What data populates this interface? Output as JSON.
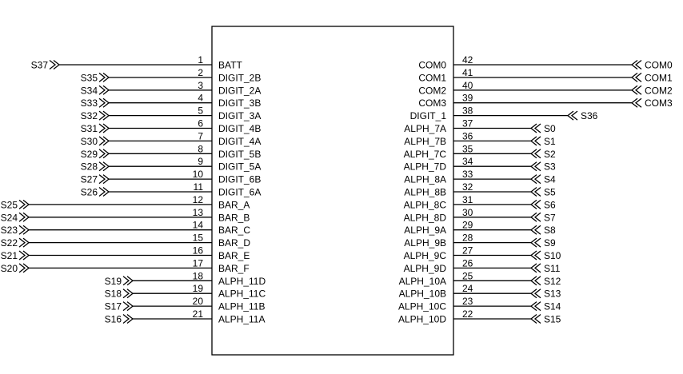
{
  "component": {
    "left_pins": [
      {
        "num": "1",
        "name": "BATT",
        "net": "S37",
        "wire": "long"
      },
      {
        "num": "2",
        "name": "DIGIT_2B",
        "net": "S35",
        "wire": "short"
      },
      {
        "num": "3",
        "name": "DIGIT_2A",
        "net": "S34",
        "wire": "short"
      },
      {
        "num": "4",
        "name": "DIGIT_3B",
        "net": "S33",
        "wire": "short"
      },
      {
        "num": "5",
        "name": "DIGIT_3A",
        "net": "S32",
        "wire": "short"
      },
      {
        "num": "6",
        "name": "DIGIT_4B",
        "net": "S31",
        "wire": "short"
      },
      {
        "num": "7",
        "name": "DIGIT_4A",
        "net": "S30",
        "wire": "short"
      },
      {
        "num": "8",
        "name": "DIGIT_5B",
        "net": "S29",
        "wire": "short"
      },
      {
        "num": "9",
        "name": "DIGIT_5A",
        "net": "S28",
        "wire": "short"
      },
      {
        "num": "10",
        "name": "DIGIT_6B",
        "net": "S27",
        "wire": "short"
      },
      {
        "num": "11",
        "name": "DIGIT_6A",
        "net": "S26",
        "wire": "short"
      },
      {
        "num": "12",
        "name": "BAR_A",
        "net": "S25",
        "wire": "full"
      },
      {
        "num": "13",
        "name": "BAR_B",
        "net": "S24",
        "wire": "full"
      },
      {
        "num": "14",
        "name": "BAR_C",
        "net": "S23",
        "wire": "full"
      },
      {
        "num": "15",
        "name": "BAR_D",
        "net": "S22",
        "wire": "full"
      },
      {
        "num": "16",
        "name": "BAR_E",
        "net": "S21",
        "wire": "full"
      },
      {
        "num": "17",
        "name": "BAR_F",
        "net": "S20",
        "wire": "full"
      },
      {
        "num": "18",
        "name": "ALPH_11D",
        "net": "S19",
        "wire": "shortest"
      },
      {
        "num": "19",
        "name": "ALPH_11C",
        "net": "S18",
        "wire": "shortest"
      },
      {
        "num": "20",
        "name": "ALPH_11B",
        "net": "S17",
        "wire": "shortest"
      },
      {
        "num": "21",
        "name": "ALPH_11A",
        "net": "S16",
        "wire": "shortest"
      }
    ],
    "right_pins": [
      {
        "num": "42",
        "name": "COM0",
        "net": "COM0",
        "wire": "long"
      },
      {
        "num": "41",
        "name": "COM1",
        "net": "COM1",
        "wire": "long"
      },
      {
        "num": "40",
        "name": "COM2",
        "net": "COM2",
        "wire": "long"
      },
      {
        "num": "39",
        "name": "COM3",
        "net": "COM3",
        "wire": "long"
      },
      {
        "num": "38",
        "name": "DIGIT_1",
        "net": "S36",
        "wire": "medium"
      },
      {
        "num": "37",
        "name": "ALPH_7A",
        "net": "S0",
        "wire": "short"
      },
      {
        "num": "36",
        "name": "ALPH_7B",
        "net": "S1",
        "wire": "short"
      },
      {
        "num": "35",
        "name": "ALPH_7C",
        "net": "S2",
        "wire": "short"
      },
      {
        "num": "34",
        "name": "ALPH_7D",
        "net": "S3",
        "wire": "short"
      },
      {
        "num": "33",
        "name": "ALPH_8A",
        "net": "S4",
        "wire": "short"
      },
      {
        "num": "32",
        "name": "ALPH_8B",
        "net": "S5",
        "wire": "short"
      },
      {
        "num": "31",
        "name": "ALPH_8C",
        "net": "S6",
        "wire": "short"
      },
      {
        "num": "30",
        "name": "ALPH_8D",
        "net": "S7",
        "wire": "short"
      },
      {
        "num": "29",
        "name": "ALPH_9A",
        "net": "S8",
        "wire": "short"
      },
      {
        "num": "28",
        "name": "ALPH_9B",
        "net": "S9",
        "wire": "short"
      },
      {
        "num": "27",
        "name": "ALPH_9C",
        "net": "S10",
        "wire": "short"
      },
      {
        "num": "26",
        "name": "ALPH_9D",
        "net": "S11",
        "wire": "short"
      },
      {
        "num": "25",
        "name": "ALPH_10A",
        "net": "S12",
        "wire": "short"
      },
      {
        "num": "24",
        "name": "ALPH_10B",
        "net": "S13",
        "wire": "short"
      },
      {
        "num": "23",
        "name": "ALPH_10C",
        "net": "S14",
        "wire": "short"
      },
      {
        "num": "22",
        "name": "ALPH_10D",
        "net": "S15",
        "wire": "short"
      }
    ]
  },
  "colors": {
    "line": "#000000",
    "background": "#ffffff"
  }
}
